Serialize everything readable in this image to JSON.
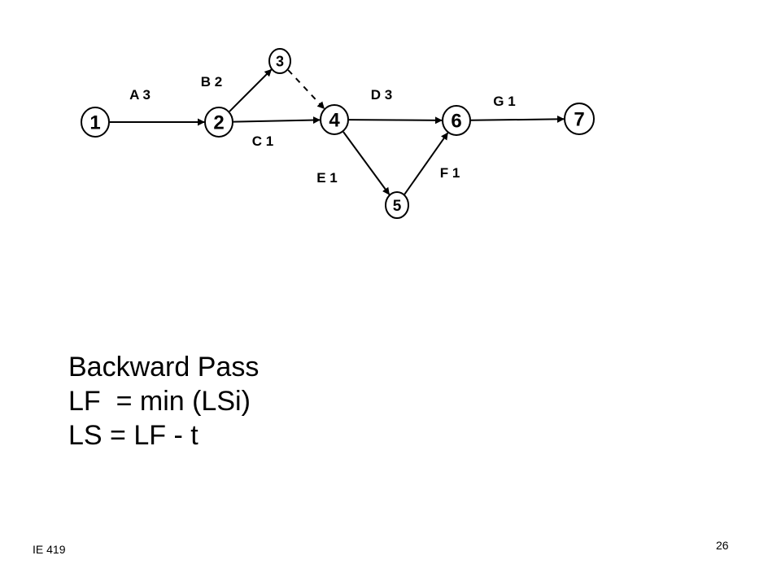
{
  "network": {
    "nodes": [
      {
        "id": "1",
        "label": "1"
      },
      {
        "id": "2",
        "label": "2"
      },
      {
        "id": "3",
        "label": "3"
      },
      {
        "id": "4",
        "label": "4"
      },
      {
        "id": "5",
        "label": "5"
      },
      {
        "id": "6",
        "label": "6"
      },
      {
        "id": "7",
        "label": "7"
      }
    ],
    "activities": [
      {
        "id": "A",
        "from": "1",
        "to": "2",
        "label": "A 3",
        "dummy": false
      },
      {
        "id": "B",
        "from": "2",
        "to": "3",
        "label": "B 2",
        "dummy": false
      },
      {
        "id": "dummy",
        "from": "3",
        "to": "4",
        "label": "",
        "dummy": true
      },
      {
        "id": "C",
        "from": "2",
        "to": "4",
        "label": "C 1",
        "dummy": false
      },
      {
        "id": "D",
        "from": "4",
        "to": "6",
        "label": "D 3",
        "dummy": false
      },
      {
        "id": "E",
        "from": "4",
        "to": "5",
        "label": "E 1",
        "dummy": false
      },
      {
        "id": "F",
        "from": "5",
        "to": "6",
        "label": "F 1",
        "dummy": false
      },
      {
        "id": "G",
        "from": "6",
        "to": "7",
        "label": "G 1",
        "dummy": false
      }
    ]
  },
  "text": {
    "line1": "Backward Pass",
    "line2": "LF  = min (LSi)",
    "line3": "LS = LF - t"
  },
  "footer": {
    "course": "IE 419",
    "page": "26"
  }
}
